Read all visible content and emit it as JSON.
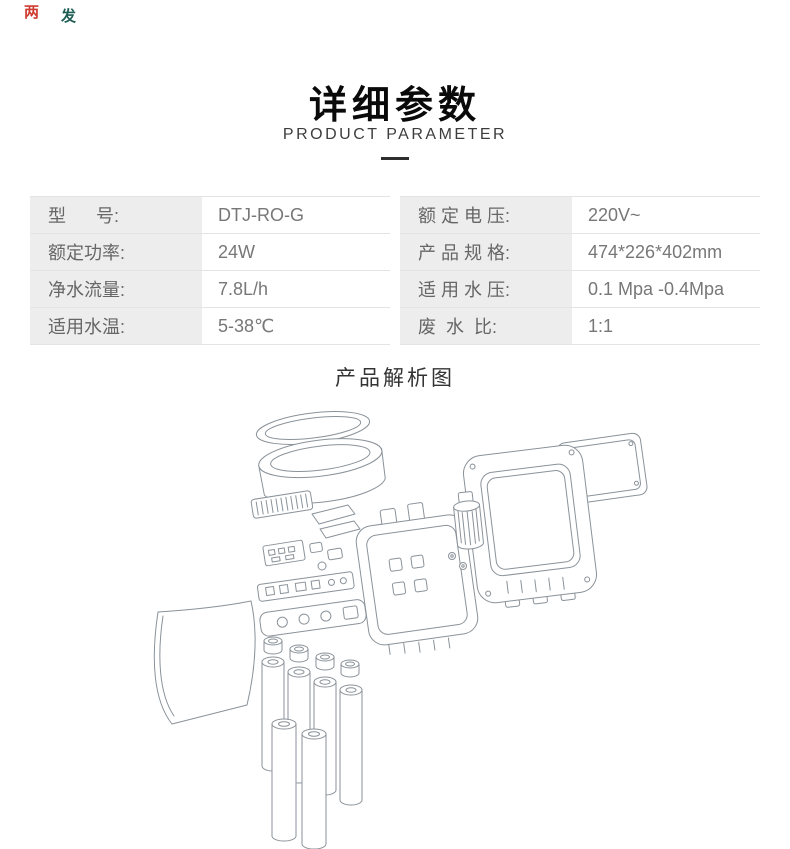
{
  "corner_marks": [
    "两",
    "发"
  ],
  "header": {
    "title": "详细参数",
    "subtitle": "PRODUCT PARAMETER"
  },
  "colors": {
    "divider": "#2e2e2e",
    "label_background": "#ededed",
    "corner_mark_red": "#cf3b2f",
    "corner_mark_green": "#1f5f56",
    "diagram_line": "#8a9299"
  },
  "spec_table": {
    "left": [
      {
        "label": "型      号:",
        "value": "DTJ-RO-G"
      },
      {
        "label": "额定功率:",
        "value": "24W"
      },
      {
        "label": "净水流量:",
        "value": "7.8L/h"
      },
      {
        "label": "适用水温:",
        "value": "5-38℃"
      }
    ],
    "right": [
      {
        "label": "额 定 电 压:",
        "value": "220V~"
      },
      {
        "label": "产 品 规 格:",
        "value": "474*226*402mm"
      },
      {
        "label": "适 用 水 压:",
        "value": "0.1 Mpa -0.4Mpa"
      },
      {
        "label": "废  水  比:",
        "value": "1:1"
      }
    ]
  },
  "diagram": {
    "title": "产品解析图"
  }
}
